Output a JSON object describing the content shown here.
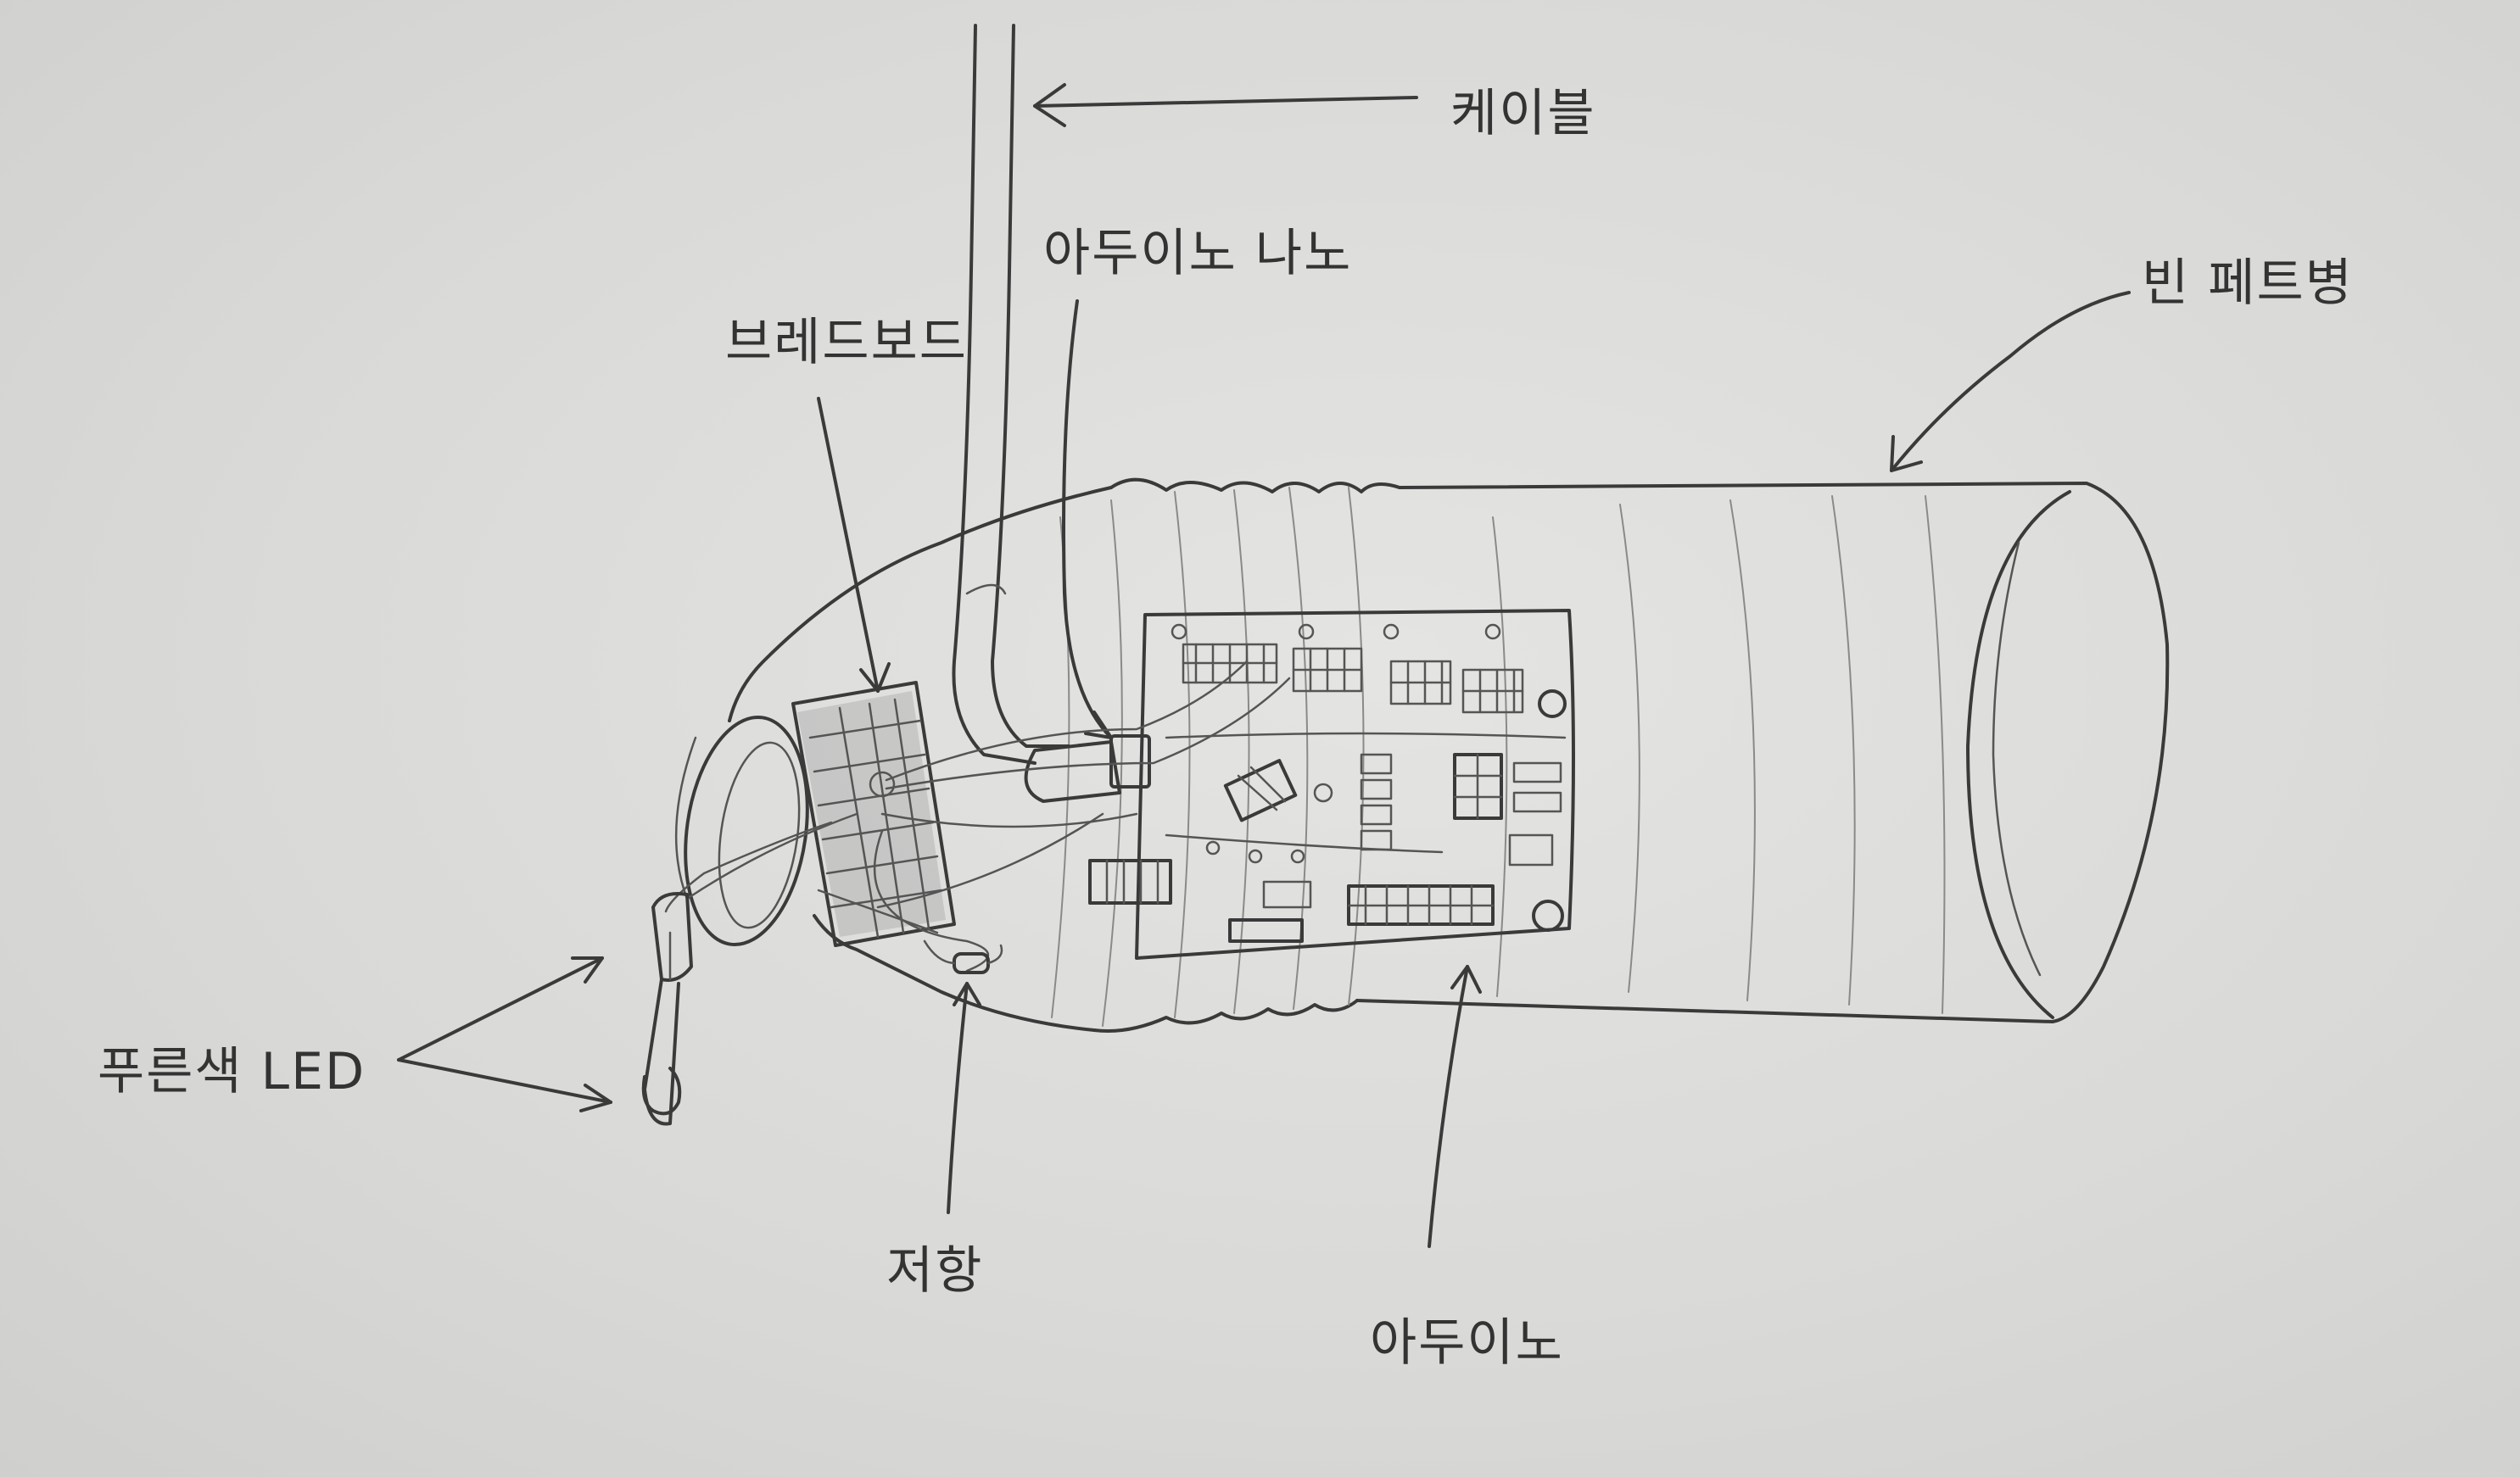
{
  "labels": {
    "cable": "케이블",
    "arduino_nano": "아두이노 나노",
    "breadboard": "브레드보드",
    "empty_pet_bottle": "빈 페트병",
    "blue_led": "푸른색 LED",
    "resistor": "저항",
    "arduino": "아두이노"
  },
  "colors": {
    "paper": "#dcdcda",
    "pencil": "#3a3a3a"
  }
}
